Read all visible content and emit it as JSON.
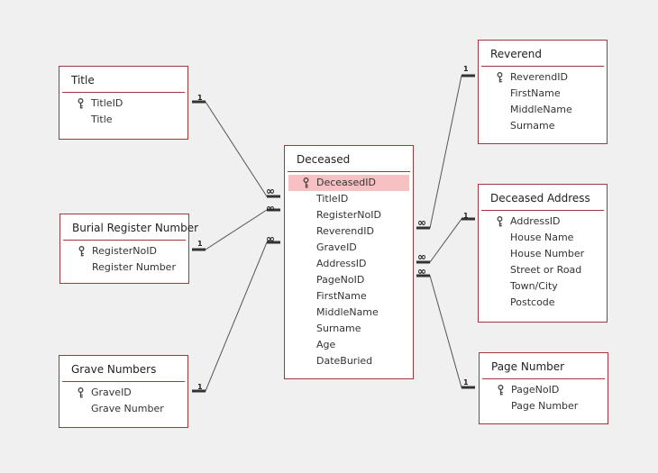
{
  "tables": {
    "title": {
      "name": "Title",
      "fields": [
        "TitleID",
        "Title"
      ],
      "key": [
        0
      ]
    },
    "burial": {
      "name": "Burial Register Number",
      "fields": [
        "RegisterNoID",
        "Register Number"
      ],
      "key": [
        0
      ]
    },
    "grave": {
      "name": "Grave Numbers",
      "fields": [
        "GraveID",
        "Grave Number"
      ],
      "key": [
        0
      ]
    },
    "deceased": {
      "name": "Deceased",
      "fields": [
        "DeceasedID",
        "TitleID",
        "RegisterNoID",
        "ReverendID",
        "GraveID",
        "AddressID",
        "PageNoID",
        "FirstName",
        "MiddleName",
        "Surname",
        "Age",
        "DateBuried"
      ],
      "key": [
        0
      ],
      "selected": 0
    },
    "reverend": {
      "name": "Reverend",
      "fields": [
        "ReverendID",
        "FirstName",
        "MiddleName",
        "Surname"
      ],
      "key": [
        0
      ]
    },
    "address": {
      "name": "Deceased Address",
      "fields": [
        "AddressID",
        "House Name",
        "House Number",
        "Street or Road",
        "Town/City",
        "Postcode"
      ],
      "key": [
        0
      ]
    },
    "page": {
      "name": "Page Number",
      "fields": [
        "PageNoID",
        "Page Number"
      ],
      "key": [
        0
      ]
    }
  },
  "relationships": {
    "one_label": "1",
    "many_label": "∞"
  },
  "colors": {
    "table_border": "#a4373a",
    "selected_field": "#f7c0c2",
    "line": "#555555"
  }
}
